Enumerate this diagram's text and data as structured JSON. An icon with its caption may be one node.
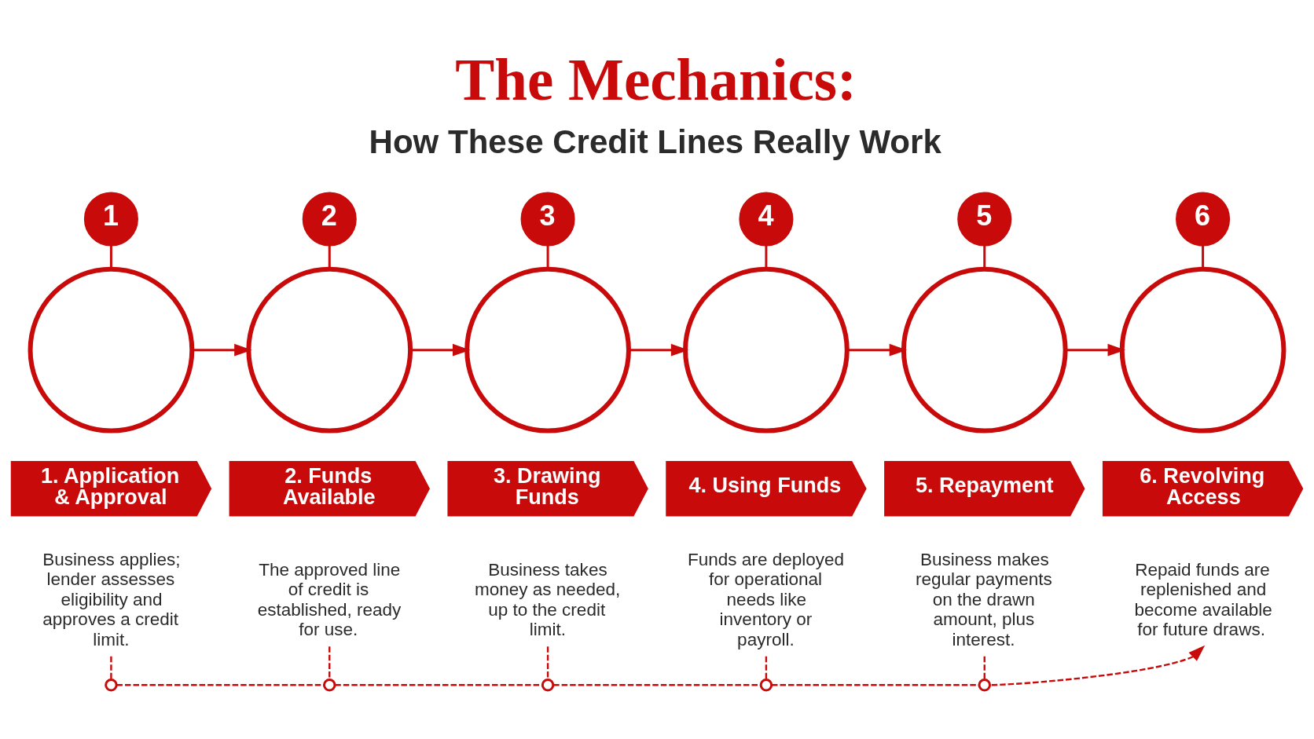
{
  "diagram": {
    "title": "The Mechanics:",
    "nodes": [
      {
        "text": [
          "1"
        ]
      },
      {
        "text": [
          "2"
        ]
      },
      {
        "text": [
          "3"
        ]
      },
      {
        "text": [
          "4"
        ]
      },
      {
        "text": [
          "5"
        ]
      },
      {
        "text": [
          "6"
        ]
      },
      {
        "text": [],
        "shape": "circle"
      },
      {
        "text": [],
        "shape": "circle"
      },
      {
        "text": [],
        "shape": "circle"
      },
      {
        "text": [],
        "shape": "circle"
      },
      {
        "text": [],
        "shape": "circle"
      },
      {
        "text": [],
        "shape": "circle"
      },
      {
        "text": [
          "1. Application & Approval"
        ]
      },
      {
        "text": [
          "2. Funds Available"
        ]
      },
      {
        "text": [
          "3. Drawing Funds"
        ]
      },
      {
        "text": [
          "4. Using Funds"
        ]
      },
      {
        "text": [
          "5. Repayment"
        ]
      },
      {
        "text": [
          "6. Revolving Access"
        ]
      },
      {
        "text": [
          "Business applies; lender assesses eligibility and approves a credit limit."
        ]
      },
      {
        "text": [
          "The approved line of credit is established, ready for use."
        ]
      },
      {
        "text": [
          "Business takes money as needed, up to the credit limit."
        ]
      },
      {
        "text": [
          "Funds are deployed for operational needs like inventory or payroll."
        ]
      },
      {
        "text": [
          "Business makes regular payments on the drawn amount, plus interest."
        ]
      },
      {
        "text": [
          "Repaid funds are replenished and become available for future draws."
        ]
      },
      {
        "text": [],
        "shape": "circle"
      },
      {
        "text": [],
        "shape": "circle"
      },
      {
        "text": [],
        "shape": "circle"
      },
      {
        "text": [],
        "shape": "circle"
      },
      {
        "text": [],
        "shape": "circle"
      }
    ],
    "edges": [
      {
        "from": 0,
        "to": 6,
        "arrow": "none"
      },
      {
        "from": 1,
        "to": 7,
        "arrow": "none"
      },
      {
        "from": 2,
        "to": 8,
        "arrow": "none"
      },
      {
        "from": 3,
        "to": 9,
        "arrow": "none"
      },
      {
        "from": 4,
        "to": 10,
        "arrow": "none"
      },
      {
        "from": 5,
        "to": 11,
        "arrow": "none"
      },
      {
        "from": 6,
        "to": 7,
        "arrow": "to"
      },
      {
        "from": 7,
        "to": 8,
        "arrow": "to"
      },
      {
        "from": 8,
        "to": 9,
        "arrow": "to"
      },
      {
        "from": 9,
        "to": 10,
        "arrow": "to"
      },
      {
        "from": 10,
        "to": 11,
        "arrow": "to"
      },
      {
        "from": 18,
        "to": 24,
        "arrow": "none",
        "style": "dashed"
      },
      {
        "from": 19,
        "to": 25,
        "arrow": "none",
        "style": "dashed"
      },
      {
        "from": 20,
        "to": 26,
        "arrow": "none",
        "style": "dashed"
      },
      {
        "from": 21,
        "to": 27,
        "arrow": "none",
        "style": "dashed"
      },
      {
        "from": 22,
        "to": 28,
        "arrow": "none",
        "style": "dashed"
      },
      {
        "from": 24,
        "to": 25,
        "arrow": "none",
        "style": "dashed"
      },
      {
        "from": 25,
        "to": 26,
        "arrow": "none",
        "style": "dashed"
      },
      {
        "from": 26,
        "to": 27,
        "arrow": "none",
        "style": "dashed"
      },
      {
        "from": 27,
        "to": 28,
        "arrow": "none",
        "style": "dashed"
      },
      {
        "from": 28,
        "to": 23,
        "arrow": "to",
        "style": "dashed"
      }
    ],
    "labels": [
      "How These Credit Lines Really Work"
    ]
  }
}
